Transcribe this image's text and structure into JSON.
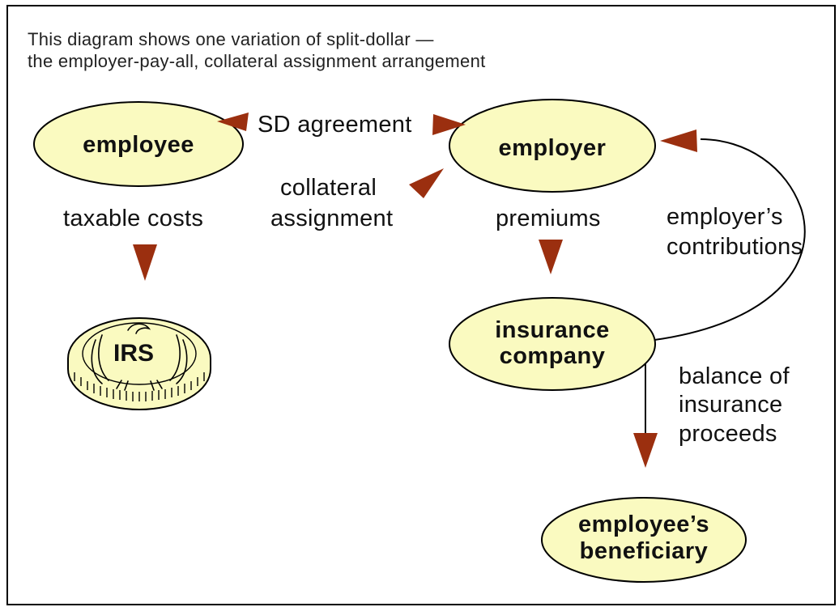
{
  "caption": {
    "line1": "This diagram shows one variation of split-dollar —",
    "line2": "the employer-pay-all, collateral assignment arrangement"
  },
  "nodes": {
    "employee": "employee",
    "employer": "employer",
    "insurance_line1": "insurance",
    "insurance_line2": "company",
    "beneficiary_line1": "employee’s",
    "beneficiary_line2": "beneficiary",
    "irs": "IRS"
  },
  "edges": {
    "sd_agreement": "SD agreement",
    "collateral_line1": "collateral",
    "collateral_line2": "assignment",
    "taxable_costs": "taxable costs",
    "premiums": "premiums",
    "contributions_line1": "employer’s",
    "contributions_line2": "contributions",
    "balance_line1": "balance of",
    "balance_line2": "insurance",
    "balance_line3": "proceeds"
  },
  "colors": {
    "node_fill": "#fafac0",
    "arrow": "#9b2f0f",
    "outline": "#000000"
  },
  "icons": [
    "irs-coin-icon",
    "eagle-icon"
  ]
}
